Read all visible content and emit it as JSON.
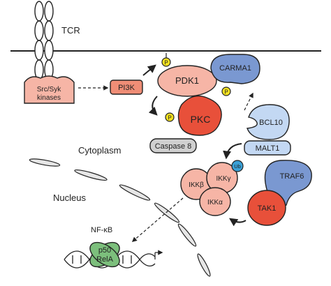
{
  "labels": {
    "tcr": "TCR",
    "src_syk_line1": "Src/Syk",
    "src_syk_line2": "kinases",
    "pi3k": "PI3K",
    "pdk1": "PDK1",
    "carma1": "CARMA1",
    "pkc": "PKC",
    "bcl10": "BCL10",
    "caspase8": "Caspase 8",
    "malt1": "MALT1",
    "cytoplasm": "Cytoplasm",
    "nucleus": "Nucleus",
    "ikk_beta": "IKKβ",
    "ikk_gamma": "IKKγ",
    "ikk_alpha": "IKKα",
    "ub": "Ub",
    "traf6": "TRAF6",
    "tak1": "TAK1",
    "nfkb": "NF-κB",
    "p50": "p50",
    "rela": "RelA",
    "phospho": "P"
  },
  "colors": {
    "salmon_light": "#f6b5a6",
    "salmon_mid": "#ef8d76",
    "red": "#e8503a",
    "blue": "#7a98d1",
    "blue_light": "#c3d8f3",
    "blue_dark": "#3aa0d6",
    "grey": "#d0d0d0",
    "green": "#7cbf7c",
    "yellow": "#f2e020",
    "outline": "#222222"
  }
}
